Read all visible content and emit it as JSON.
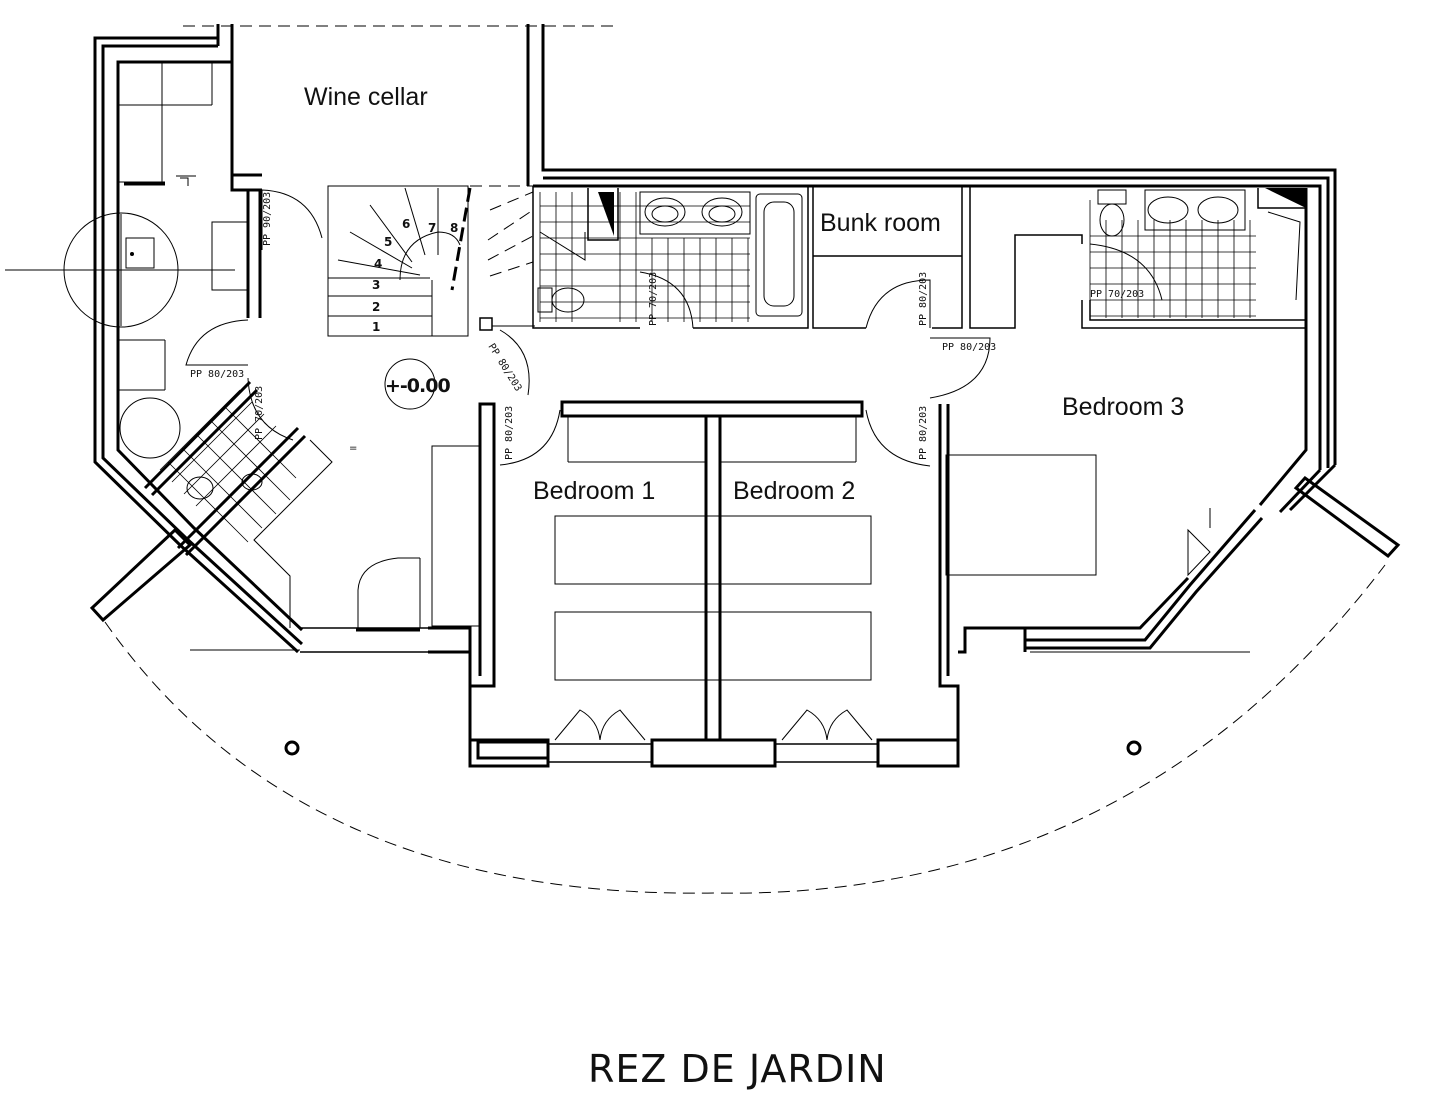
{
  "plan": {
    "title": "REZ DE JARDIN",
    "level_marker": "+-0.00",
    "rooms": {
      "wine_cellar": "Wine cellar",
      "bunk_room": "Bunk room",
      "bedroom_1": "Bedroom 1",
      "bedroom_2": "Bedroom 2",
      "bedroom_3": "Bedroom 3"
    },
    "door_tags": {
      "entry_left": "PP 90/203",
      "kitchen": "PP 80/203",
      "wc_left": "PP 70/203",
      "stair_hall": "PP 80/203",
      "bathroom": "PP 70/203",
      "bedroom_1": "PP 80/203",
      "bunk_room": "PP 80/203",
      "bunk_room_hall": "PP 80/203",
      "bathroom_right": "PP 70/203",
      "bedroom_2": "PP 80/203"
    },
    "stair_steps": [
      "1",
      "2",
      "3",
      "4",
      "5",
      "6",
      "7",
      "8"
    ]
  }
}
